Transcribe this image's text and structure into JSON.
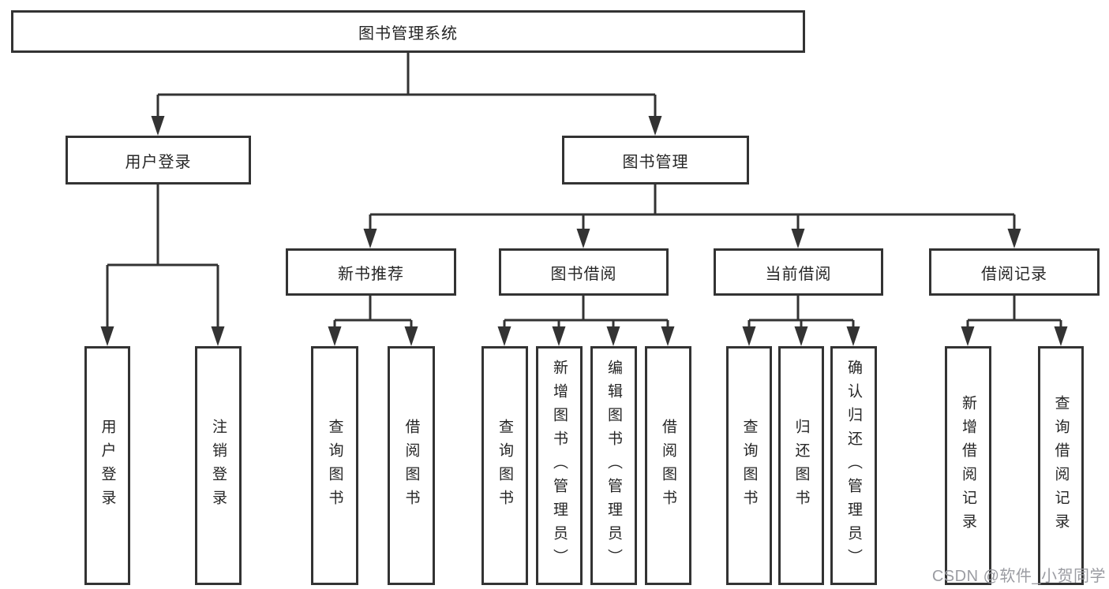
{
  "tree": {
    "root": {
      "label": "图书管理系统"
    },
    "children": [
      {
        "label": "用户登录",
        "children": [
          {
            "label": "用户登录"
          },
          {
            "label": "注销登录"
          }
        ]
      },
      {
        "label": "图书管理",
        "children": [
          {
            "label": "新书推荐",
            "children": [
              {
                "label": "查询图书"
              },
              {
                "label": "借阅图书"
              }
            ]
          },
          {
            "label": "图书借阅",
            "children": [
              {
                "label": "查询图书"
              },
              {
                "label": "新增图书（管理员）"
              },
              {
                "label": "编辑图书（管理员）"
              },
              {
                "label": "借阅图书"
              }
            ]
          },
          {
            "label": "当前借阅",
            "children": [
              {
                "label": "查询图书"
              },
              {
                "label": "归还图书"
              },
              {
                "label": "确认归还（管理员）"
              }
            ]
          },
          {
            "label": "借阅记录",
            "children": [
              {
                "label": "新增借阅记录"
              },
              {
                "label": "查询借阅记录"
              }
            ]
          }
        ]
      }
    ]
  },
  "watermark": {
    "text": "CSDN @软件_小贺同学"
  },
  "colors": {
    "line": "#333333",
    "box_border": "#333333",
    "box_fill": "#ffffff",
    "text": "#262626",
    "watermark": "#9b9ca2",
    "background": "#ffffff"
  }
}
